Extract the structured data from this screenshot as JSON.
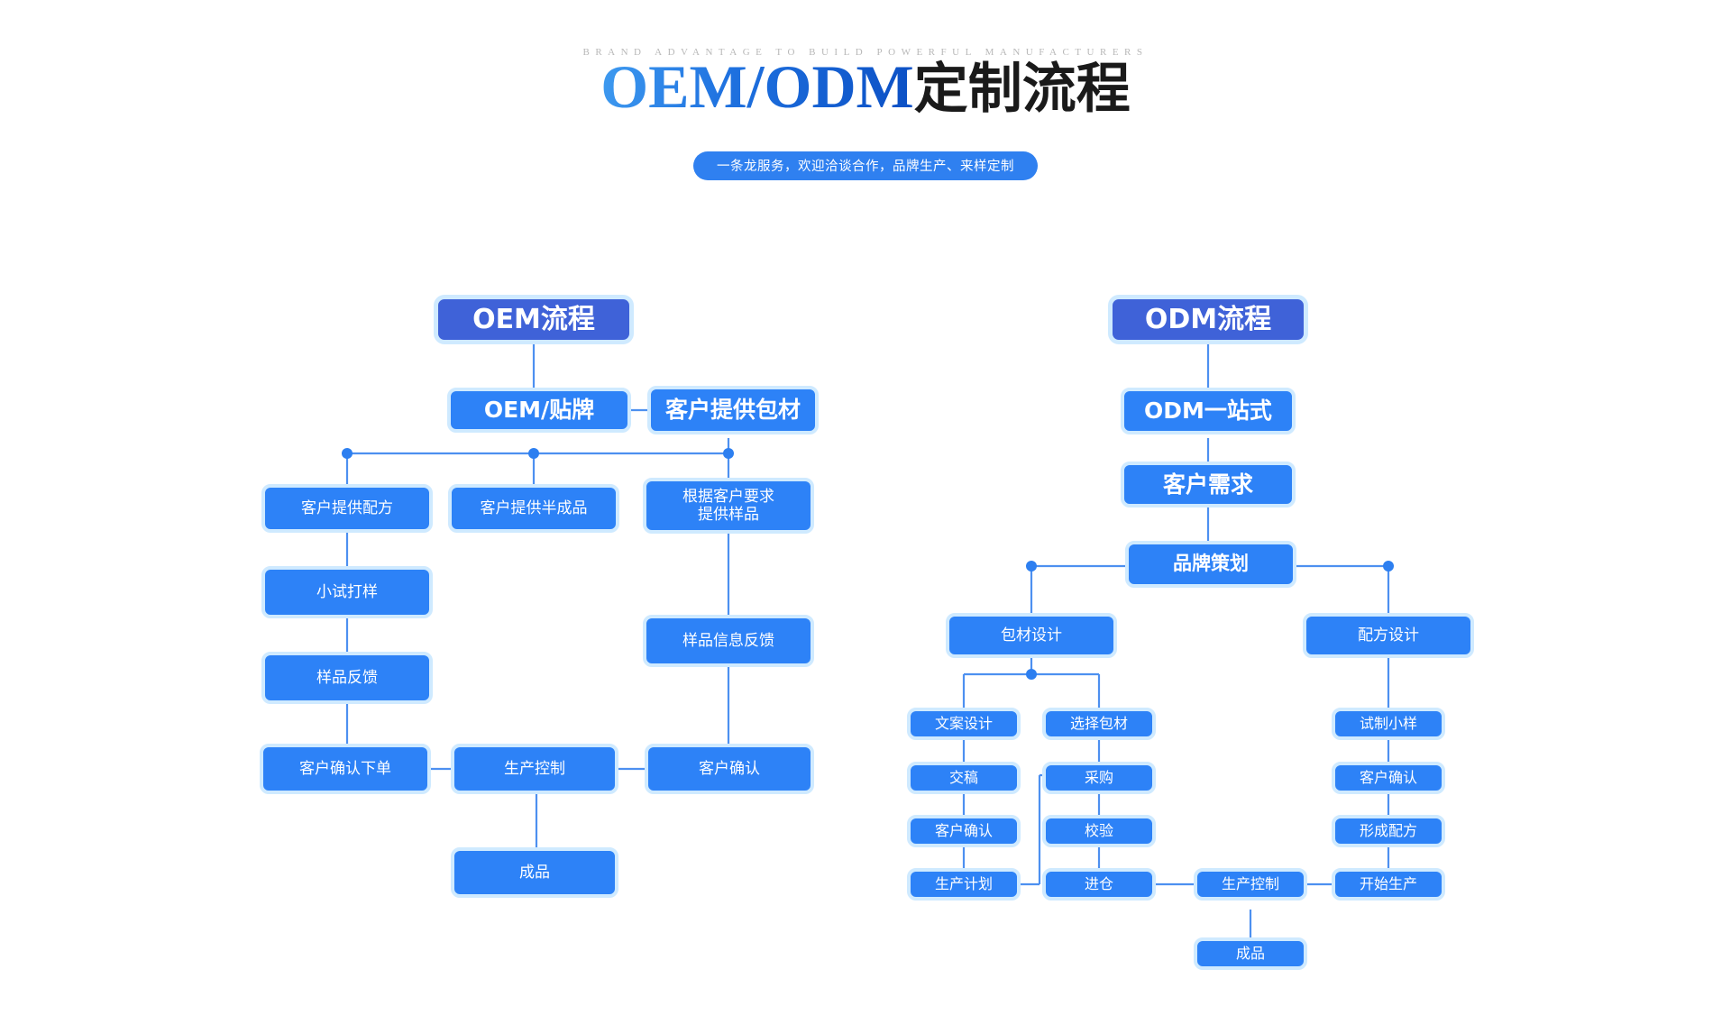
{
  "header": {
    "eyebrow": "BRAND ADVANTAGE TO BUILD POWERFUL MANUFACTURERS",
    "title_en": "OEM/ODM",
    "title_cn": "定制流程",
    "tagline": "一条龙服务，欢迎洽谈合作，品牌生产、来样定制"
  },
  "colors": {
    "accent": "#2d82f7",
    "header_box": "#3f62d8",
    "box_border": "#cfeaff",
    "line": "#4d90f0",
    "tagline_bg": "#2f80f0",
    "title_gradient_start": "#3f9bf0",
    "title_gradient_end": "#0b4fc4",
    "eyebrow_text": "#b8b8b8"
  },
  "chart_data": {
    "type": "diagram",
    "title": "OEM/ODM 定制流程",
    "flows": [
      {
        "id": "oem",
        "heading": "OEM流程",
        "nodes": [
          "OEM/贴牌",
          "客户提供包材",
          "客户提供配方",
          "客户提供半成品",
          "根据客户要求\n提供样品",
          "小试打样",
          "样品信息反馈",
          "样品反馈",
          "客户确认下单",
          "生产控制",
          "客户确认",
          "成品"
        ]
      },
      {
        "id": "odm",
        "heading": "ODM流程",
        "nodes": [
          "ODM一站式",
          "客户需求",
          "品牌策划",
          "包材设计",
          "配方设计",
          "文案设计",
          "选择包材",
          "试制小样",
          "交稿",
          "采购",
          "客户确认",
          "客户确认",
          "校验",
          "形成配方",
          "生产计划",
          "进仓",
          "生产控制",
          "开始生产",
          "成品"
        ]
      }
    ]
  },
  "oem": {
    "heading": "OEM流程",
    "n_oem_label": "OEM/贴牌",
    "n_pack": "客户提供包材",
    "n_formula": "客户提供配方",
    "n_semi": "客户提供半成品",
    "n_sample_req": "根据客户要求\n提供样品",
    "n_trial": "小试打样",
    "n_sample_info": "样品信息反馈",
    "n_sample_fb": "样品反馈",
    "n_order": "客户确认下单",
    "n_prod_ctrl": "生产控制",
    "n_confirm": "客户确认",
    "n_finished": "成品"
  },
  "odm": {
    "heading": "ODM流程",
    "n_onestop": "ODM一站式",
    "n_demand": "客户需求",
    "n_brand": "品牌策划",
    "n_pack_design": "包材设计",
    "n_formula_design": "配方设计",
    "n_copy_design": "文案设计",
    "n_select_pack": "选择包材",
    "n_trial_sample": "试制小样",
    "n_submit": "交稿",
    "n_purchase": "采购",
    "n_confirm_r": "客户确认",
    "n_confirm_l": "客户确认",
    "n_verify": "校验",
    "n_form_formula": "形成配方",
    "n_plan": "生产计划",
    "n_warehouse": "进仓",
    "n_prod_ctrl": "生产控制",
    "n_start_prod": "开始生产",
    "n_finished": "成品"
  }
}
